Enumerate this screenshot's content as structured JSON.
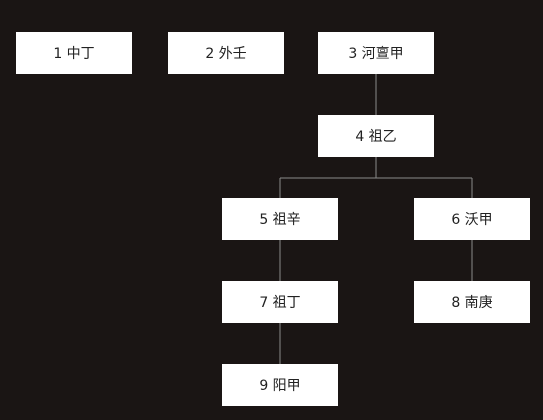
{
  "diagram": {
    "nodes": [
      {
        "id": "1",
        "label": "1 中丁"
      },
      {
        "id": "2",
        "label": "2 外壬"
      },
      {
        "id": "3",
        "label": "3 河亶甲"
      },
      {
        "id": "4",
        "label": "4 祖乙"
      },
      {
        "id": "5",
        "label": "5 祖辛"
      },
      {
        "id": "6",
        "label": "6 沃甲"
      },
      {
        "id": "7",
        "label": "7 祖丁"
      },
      {
        "id": "8",
        "label": "8 南庚"
      },
      {
        "id": "9",
        "label": "9 阳甲"
      }
    ],
    "edges": [
      {
        "from": "3",
        "to": "4"
      },
      {
        "from": "4",
        "to": "5"
      },
      {
        "from": "4",
        "to": "6"
      },
      {
        "from": "5",
        "to": "7"
      },
      {
        "from": "6",
        "to": "8"
      },
      {
        "from": "7",
        "to": "9"
      }
    ]
  },
  "colors": {
    "background": "#1a1514",
    "node_fill": "#ffffff",
    "node_text": "#222222",
    "connector": "#8a8a8a"
  }
}
